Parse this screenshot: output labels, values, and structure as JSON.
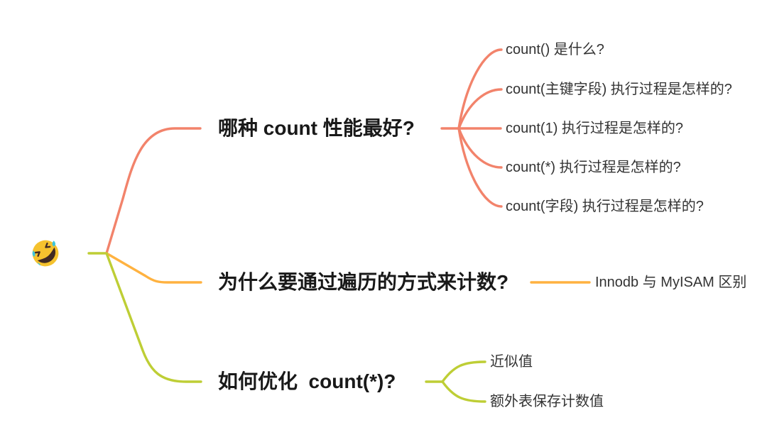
{
  "root": {
    "icon": "🤣",
    "icon_name": "rofl-emoji"
  },
  "colors": {
    "branch1": "#F2836B",
    "branch2": "#FFB240",
    "branch3": "#BECE35",
    "main_text": "#191919",
    "child_text": "#333333",
    "background": "#ffffff"
  },
  "branches": [
    {
      "label": "哪种 count 性能最好?",
      "color": "#F2836B",
      "children": [
        {
          "label": "count() 是什么?"
        },
        {
          "label": "count(主键字段) 执行过程是怎样的?"
        },
        {
          "label": "count(1) 执行过程是怎样的?"
        },
        {
          "label": "count(*) 执行过程是怎样的?"
        },
        {
          "label": "count(字段) 执行过程是怎样的?"
        }
      ]
    },
    {
      "label": "为什么要通过遍历的方式来计数?",
      "color": "#FFB240",
      "children": [
        {
          "label": "Innodb 与 MyISAM 区别"
        }
      ]
    },
    {
      "label": "如何优化  count(*)?",
      "color": "#BECE35",
      "children": [
        {
          "label": "近似值"
        },
        {
          "label": "额外表保存计数值"
        }
      ]
    }
  ]
}
